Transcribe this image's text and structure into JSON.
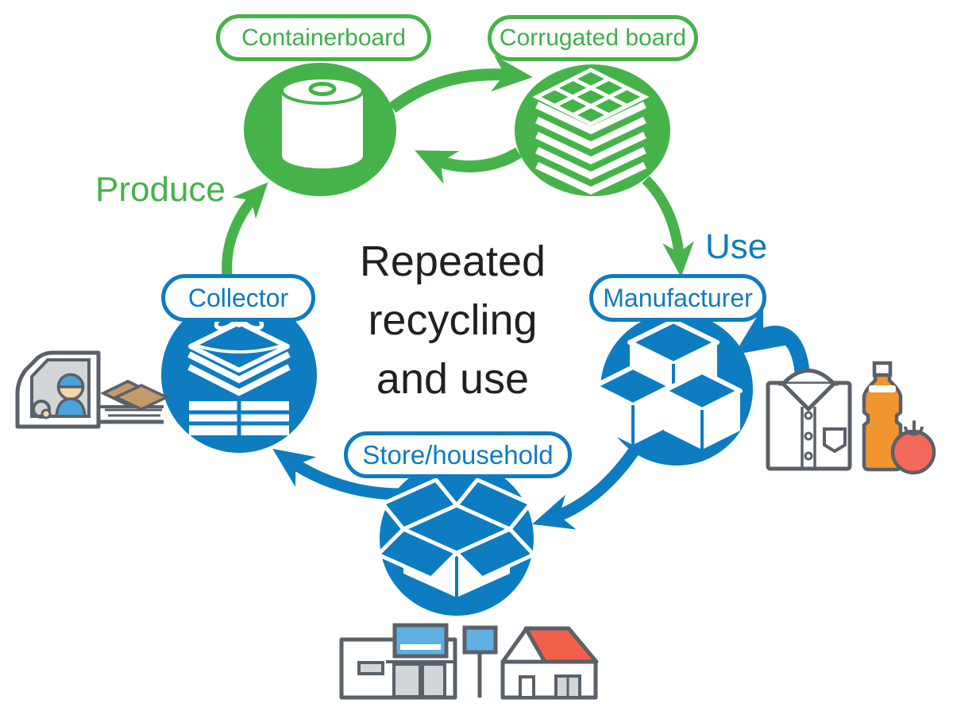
{
  "center_caption": {
    "line1": "Repeated",
    "line2": "recycling",
    "line3": "and use"
  },
  "stage_labels": {
    "produce": "Produce",
    "use": "Use"
  },
  "nodes": {
    "containerboard": {
      "label": "Containerboard"
    },
    "corrugated_board": {
      "label": "Corrugated board"
    },
    "manufacturer": {
      "label": "Manufacturer"
    },
    "store_household": {
      "label": "Store/household"
    },
    "collector": {
      "label": "Collector"
    }
  },
  "cycle": {
    "edges": [
      {
        "from": "containerboard",
        "to": "corrugated_board"
      },
      {
        "from": "corrugated_board",
        "to": "containerboard"
      },
      {
        "from": "corrugated_board",
        "to": "manufacturer",
        "stage": "Use"
      },
      {
        "from": "manufacturer",
        "to": "store_household"
      },
      {
        "from": "store_household",
        "to": "collector"
      },
      {
        "from": "collector",
        "to": "containerboard",
        "stage": "Produce"
      },
      {
        "from": "consumer-goods",
        "to": "manufacturer"
      }
    ]
  },
  "icons": {
    "containerboard": "paper-roll-icon",
    "corrugated_board": "corrugated-sheets-icon",
    "manufacturer": "packed-boxes-icon",
    "store_household": "open-box-icon",
    "collector": "cardboard-bale-icon",
    "left_illustration": [
      "truck-driver-icon",
      "collected-cardboard-icon"
    ],
    "right_illustration": [
      "shirt-icon",
      "bottle-icon",
      "apple-icon"
    ],
    "bottom_illustration": [
      "store-building-icon",
      "sign-post-icon",
      "house-icon"
    ]
  },
  "colors": {
    "green": "#45B34A",
    "blue": "#0D7CC1",
    "outline_gray": "#5A6168",
    "light_gray": "#D2D6D9",
    "cardboard_tan": "#C49A6C",
    "bottle_orange": "#F0952F",
    "apple_red": "#F2685A",
    "roof_red": "#F2604C",
    "sign_blue": "#5FAFE0",
    "skin": "#F6D7A4",
    "cap_blue": "#4BA3DC",
    "text_black": "#231F20"
  }
}
